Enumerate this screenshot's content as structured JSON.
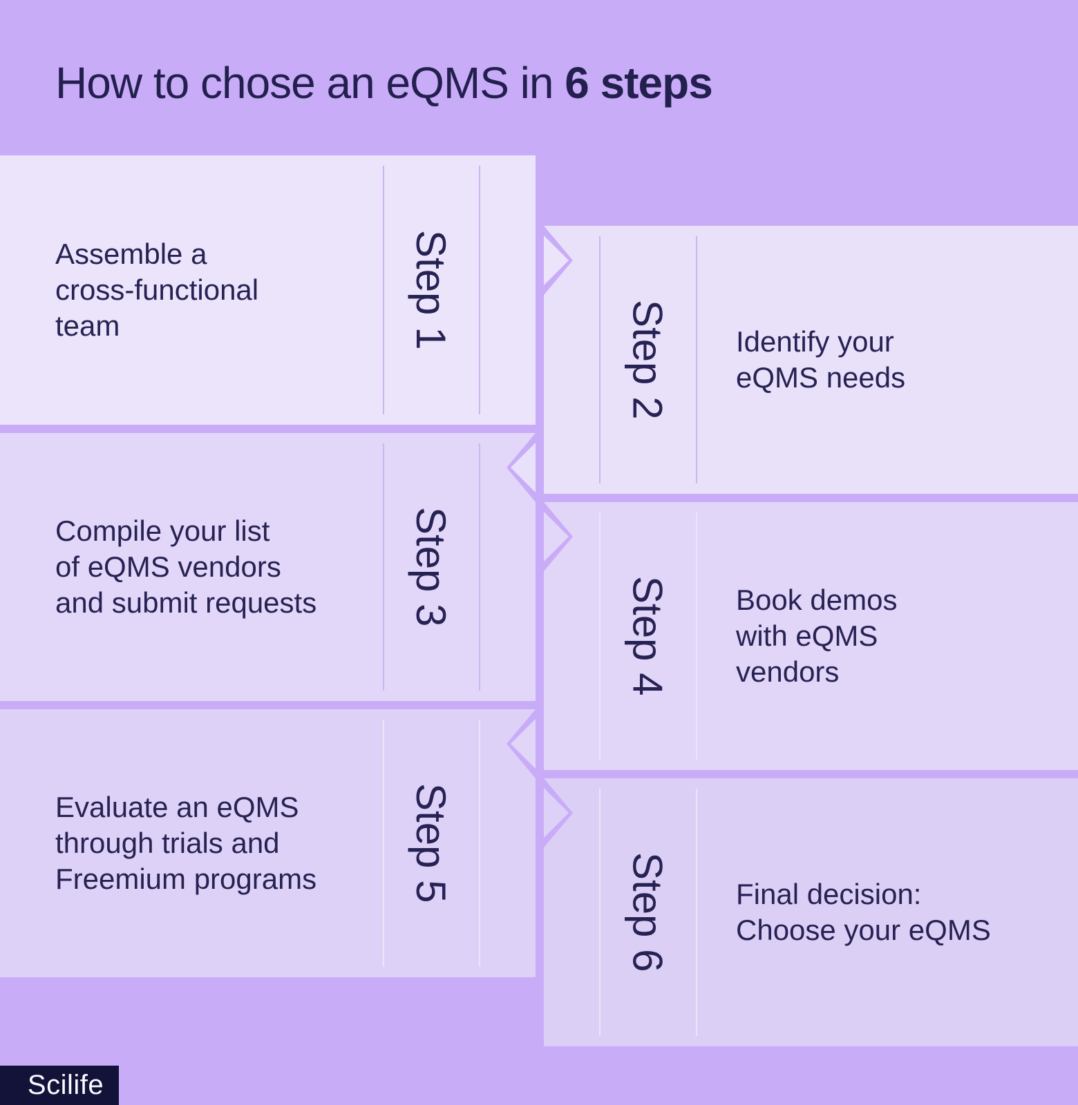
{
  "title": {
    "prefix": "How to chose an eQMS in ",
    "bold": "6 steps"
  },
  "steps": [
    {
      "label": "Step 1",
      "text": "Assemble a\ncross-functional\nteam"
    },
    {
      "label": "Step 2",
      "text": "Identify your\neQMS needs"
    },
    {
      "label": "Step 3",
      "text": "Compile your list\nof eQMS vendors\nand submit requests"
    },
    {
      "label": "Step 4",
      "text": "Book demos\nwith eQMS\nvendors"
    },
    {
      "label": "Step 5",
      "text": "Evaluate an eQMS\nthrough trials and\nFreemium programs"
    },
    {
      "label": "Step 6",
      "text": "Final decision:\nChoose your eQMS"
    }
  ],
  "footer": {
    "brand": "Scilife"
  },
  "colors": {
    "background": "#c9acf8",
    "block_fills": [
      "#ebe4fb",
      "#e9e1fa",
      "#e3d7f9",
      "#e1d5f8",
      "#ded1f7",
      "#dccff6"
    ],
    "text": "#262253",
    "title_text": "#23204f",
    "brand_box_background": "#131339",
    "brand_box_text": "#fbfaff"
  }
}
